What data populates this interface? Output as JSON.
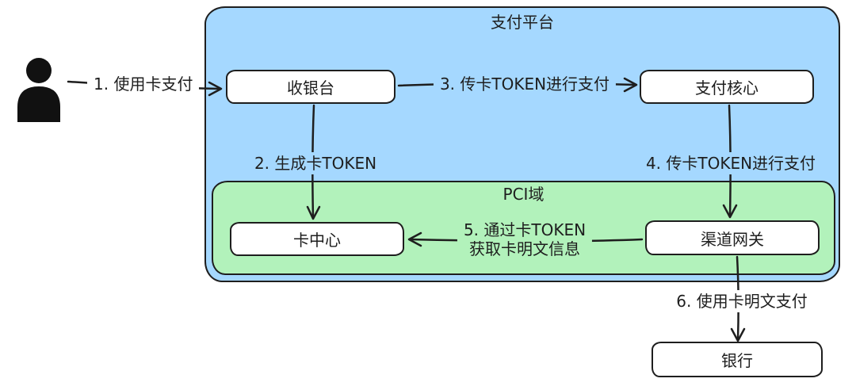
{
  "diagram": {
    "platform": {
      "label": "支付平台"
    },
    "pci_zone": {
      "label": "PCI域"
    },
    "actor_icon": "user-icon",
    "nodes": [
      {
        "id": "cashier",
        "label": "收银台"
      },
      {
        "id": "payment-core",
        "label": "支付核心"
      },
      {
        "id": "card-center",
        "label": "卡中心"
      },
      {
        "id": "channel-gateway",
        "label": "渠道网关"
      },
      {
        "id": "bank",
        "label": "银行"
      }
    ],
    "edges": [
      {
        "id": "1",
        "label": "1. 使用卡支付",
        "from": "user",
        "to": "收银台"
      },
      {
        "id": "2",
        "label": "2. 生成卡TOKEN",
        "from": "收银台",
        "to": "卡中心"
      },
      {
        "id": "3",
        "label": "3. 传卡TOKEN进行支付",
        "from": "收银台",
        "to": "支付核心"
      },
      {
        "id": "4",
        "label": "4. 传卡TOKEN进行支付",
        "from": "支付核心",
        "to": "渠道网关"
      },
      {
        "id": "5",
        "label_line1": "5. 通过卡TOKEN",
        "label_line2": "获取卡明文信息",
        "from": "渠道网关",
        "to": "卡中心"
      },
      {
        "id": "6",
        "label": "6. 使用卡明文支付",
        "from": "渠道网关",
        "to": "银行"
      }
    ],
    "colors": {
      "platform_fill": "#a5d8ff",
      "pci_fill": "#b2f2bb",
      "node_fill": "#ffffff",
      "stroke": "#1e1e1e"
    }
  }
}
